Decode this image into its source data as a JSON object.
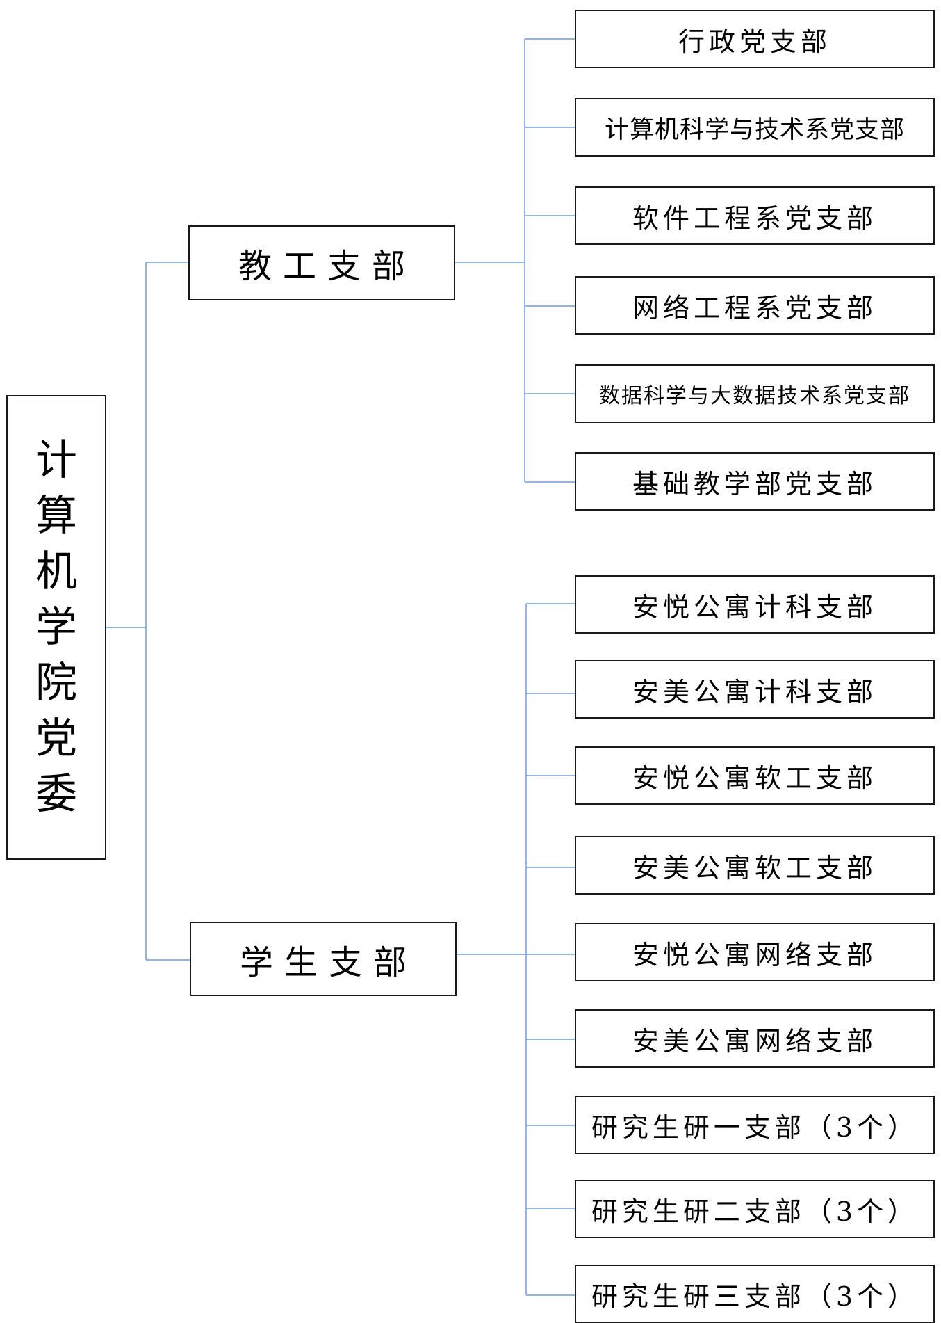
{
  "colors": {
    "connector": "#6f9fd8",
    "box_border": "#1a1a1a",
    "background": "#ffffff",
    "text": "#000000"
  },
  "root": {
    "label": "计算机学院党委"
  },
  "branches": [
    {
      "label": "教工支部",
      "children": [
        "行政党支部",
        "计算机科学与技术系党支部",
        "软件工程系党支部",
        "网络工程系党支部",
        "数据科学与大数据技术系党支部",
        "基础教学部党支部"
      ]
    },
    {
      "label": "学生支部",
      "children": [
        "安悦公寓计科支部",
        "安美公寓计科支部",
        "安悦公寓软工支部",
        "安美公寓软工支部",
        "安悦公寓网络支部",
        "安美公寓网络支部",
        "研究生研一支部（3个）",
        "研究生研二支部（3个）",
        "研究生研三支部（3个）"
      ]
    }
  ]
}
